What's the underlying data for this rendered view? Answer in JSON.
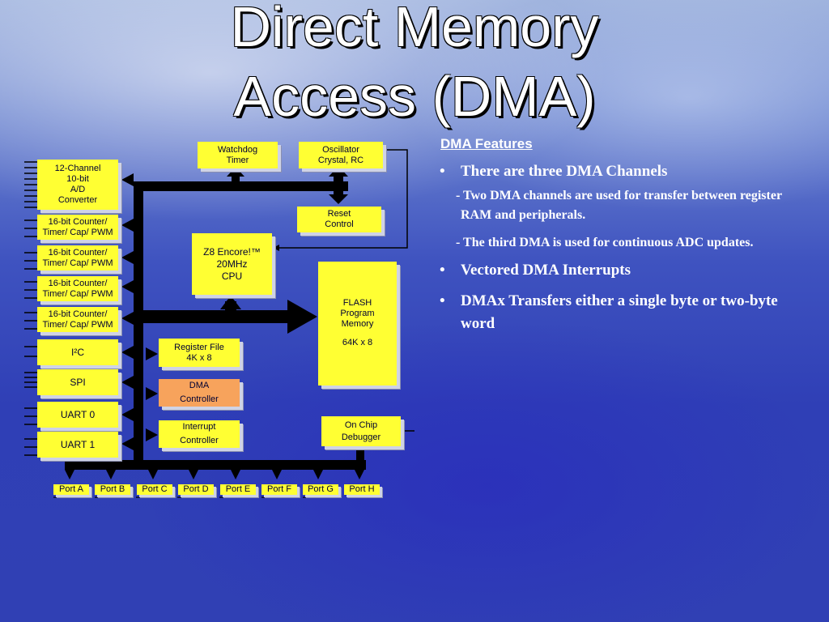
{
  "slide": {
    "title_line1": "Direct Memory",
    "title_line2": "Access (DMA)"
  },
  "diagram": {
    "watchdog": [
      "Watchdog",
      "Timer"
    ],
    "oscillator": [
      "Oscillator",
      "Crystal, RC"
    ],
    "adc": [
      "12-Channel",
      "10-bit",
      "A/D",
      "Converter"
    ],
    "counter1": [
      "16-bit Counter/",
      "Timer/ Cap/ PWM"
    ],
    "counter2": [
      "16-bit Counter/",
      "Timer/ Cap/ PWM"
    ],
    "counter3": [
      "16-bit Counter/",
      "Timer/ Cap/ PWM"
    ],
    "counter4": [
      "16-bit Counter/",
      "Timer/ Cap/ PWM"
    ],
    "reset": [
      "Reset",
      "Control"
    ],
    "cpu": [
      "Z8 Encore!™",
      "20MHz",
      "CPU"
    ],
    "flash": [
      "FLASH",
      "Program",
      "Memory",
      "64K x 8"
    ],
    "i2c": "I²C",
    "spi": "SPI",
    "uart0": "UART 0",
    "uart1": "UART 1",
    "register_file": [
      "Register File",
      "4K x 8"
    ],
    "dma": [
      "DMA",
      "Controller"
    ],
    "interrupt": [
      "Interrupt",
      "Controller"
    ],
    "debugger": [
      "On Chip",
      "Debugger"
    ],
    "ports": [
      "Port A",
      "Port B",
      "Port C",
      "Port D",
      "Port E",
      "Port F",
      "Port G",
      "Port H"
    ]
  },
  "features": {
    "heading": "DMA Features",
    "bullet1": "There are three DMA Channels",
    "sub1": "- Two DMA channels are used for transfer between register RAM and peripherals.",
    "sub2": "- The third DMA is used for continuous ADC updates.",
    "bullet2": "Vectored DMA Interrupts",
    "bullet3": "DMAx Transfers either a single byte or two-byte word"
  }
}
